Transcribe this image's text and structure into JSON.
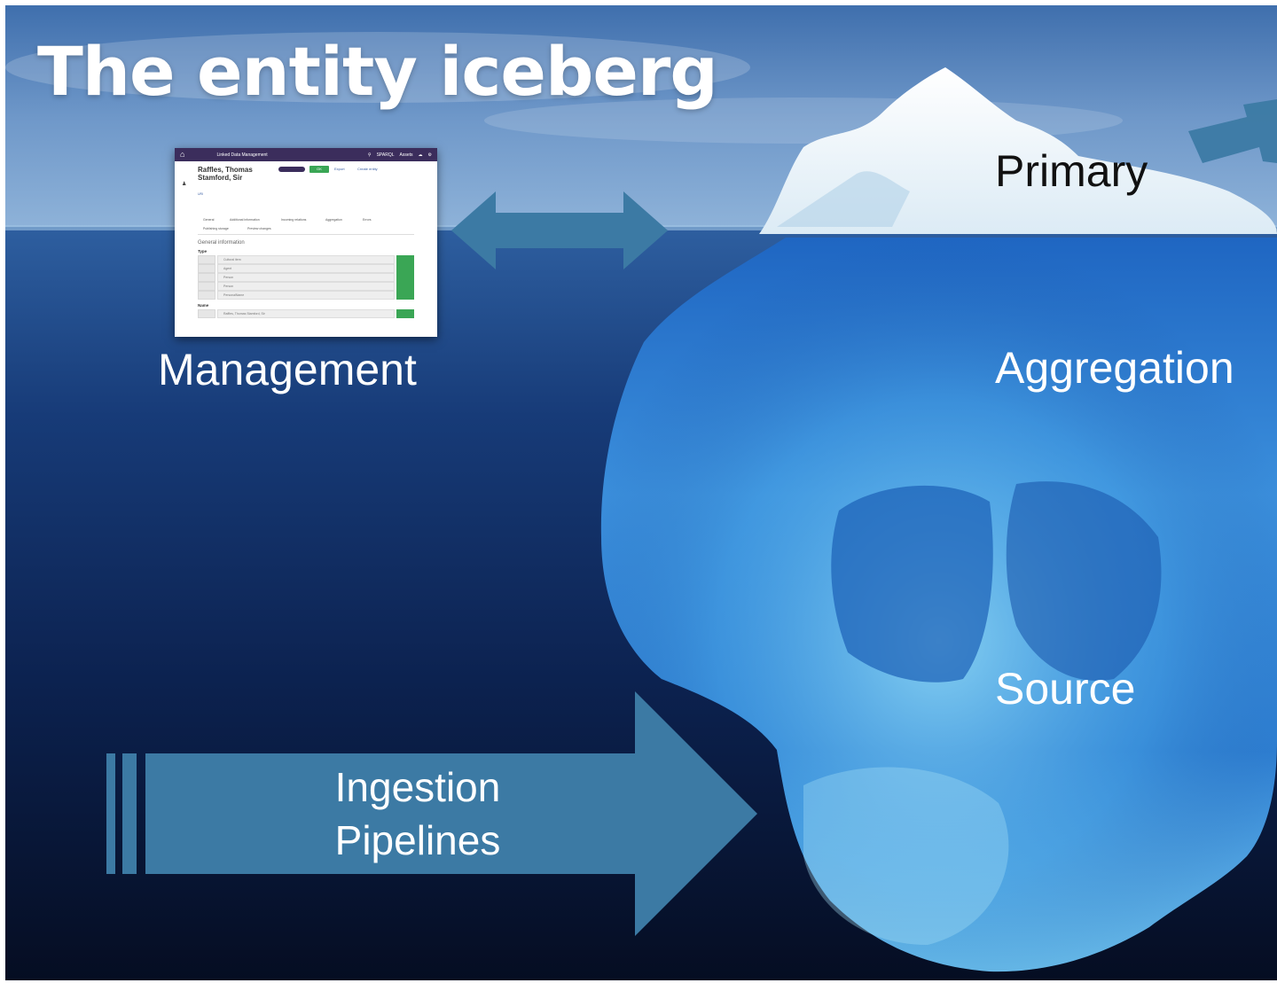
{
  "slide": {
    "title": "The entity iceberg",
    "layers": {
      "primary": "Primary",
      "aggregation": "Aggregation",
      "source": "Source"
    },
    "management_label": "Management",
    "pipeline": {
      "line1": "Ingestion",
      "line2": "Pipelines"
    }
  },
  "management_screenshot": {
    "app_title": "Linked Data Management",
    "record_name": "Raffles, Thomas Stamford, Sir",
    "header_items": [
      "SPARQL",
      "Assets"
    ],
    "action_buttons": [
      "OK",
      "Export",
      "Create entity"
    ],
    "uri_label": "URI",
    "tabs": [
      "General",
      "Additional information",
      "Incoming relations",
      "Aggregation",
      "Errors",
      "Publishing storage",
      "Preview changes"
    ],
    "section_title": "General information",
    "types_label": "Type",
    "types": [
      "Cultural item",
      "Agent",
      "Person",
      "Person",
      "PersonalName"
    ],
    "name_label": "Name",
    "name_value": "Raffles, Thomas Stamford, Sir"
  },
  "colors": {
    "ocean_surface": "#4a7fb8",
    "ocean_deep": "#071430",
    "arrow_fill": "#3c7aa4",
    "ice_light": "#cfeefb",
    "ice_deep": "#1d5fb8",
    "app_bar": "#3b2d5c",
    "ok_button": "#3aa655"
  }
}
